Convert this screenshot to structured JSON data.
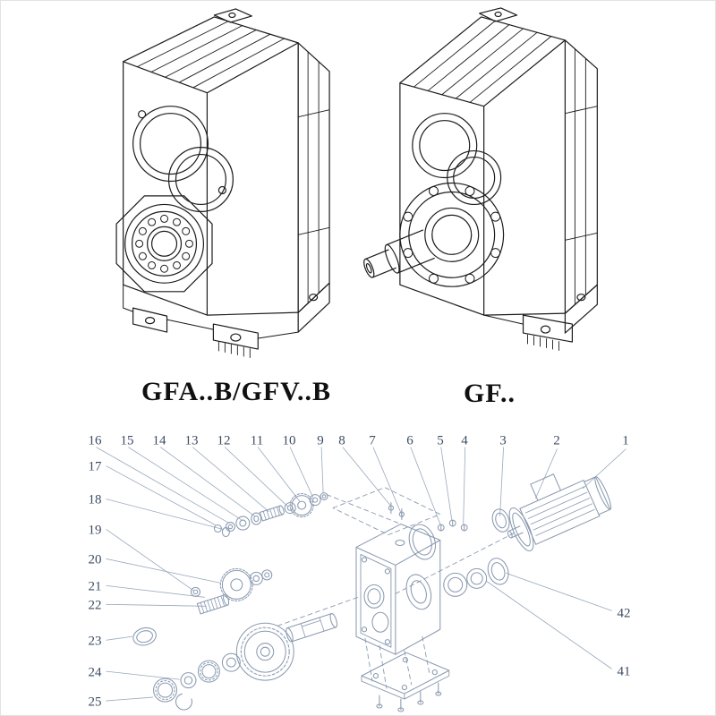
{
  "header": {
    "left_model_label": "GFA..B/GFV..B",
    "right_model_label": "GF.."
  },
  "part_numbers": {
    "top": [
      "16",
      "15",
      "14",
      "13",
      "12",
      "11",
      "10",
      "9",
      "8",
      "7",
      "6",
      "5",
      "4",
      "3",
      "2",
      "1"
    ],
    "left": [
      "17",
      "18",
      "19",
      "20",
      "21",
      "22",
      "23",
      "24",
      "25"
    ],
    "right": [
      "42",
      "41"
    ]
  },
  "colors": {
    "line_drawing": "#1c1c1c",
    "exploded_lines": "#8a9ab0",
    "part_number_text": "#3c4d63",
    "background": "#ffffff"
  }
}
